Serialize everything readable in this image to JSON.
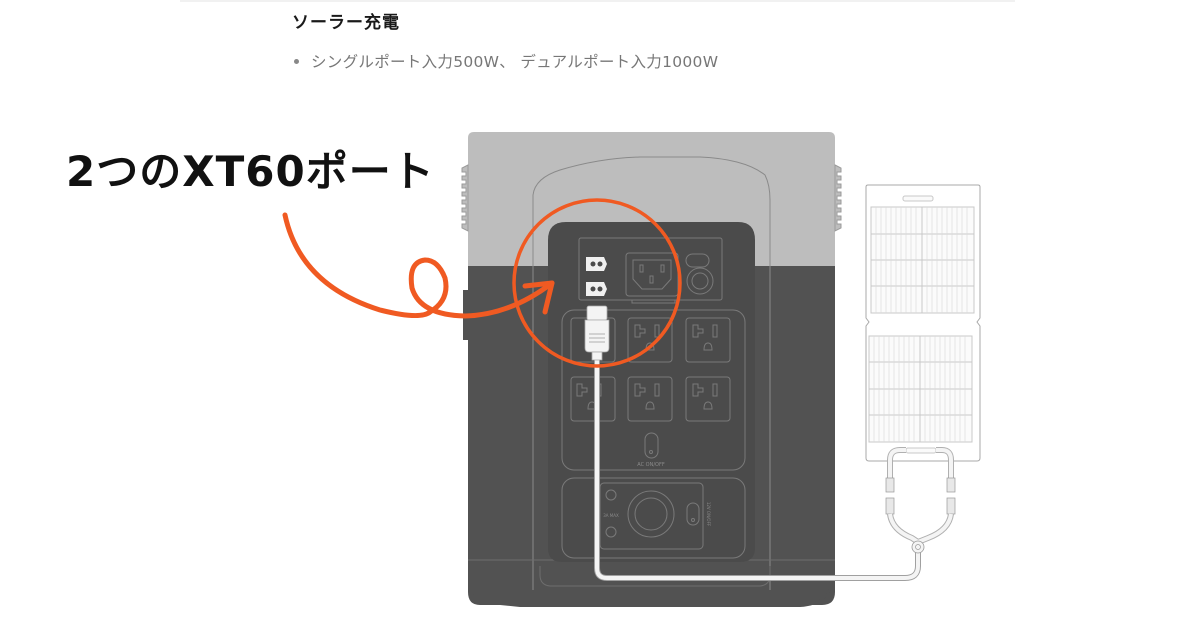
{
  "section": {
    "title": "ソーラー充電",
    "bullets": [
      "シングルポート入力500W、 デュアルポート入力1000W"
    ]
  },
  "annotation": {
    "callout_text": "2つのXT60ポート",
    "accent_color": "#f05a22"
  },
  "illustration": {
    "device_labels": {
      "ac_switch": "AC ON/OFF",
      "dc_limit": "3A MAX",
      "dc_switch": "12V ON/OFF"
    },
    "colors": {
      "body_dark": "#525252",
      "body_light": "#bdbdbd",
      "line": "#7a7a7a",
      "cable": "#f2f2f2",
      "panel_line": "#c8c8c8"
    }
  }
}
